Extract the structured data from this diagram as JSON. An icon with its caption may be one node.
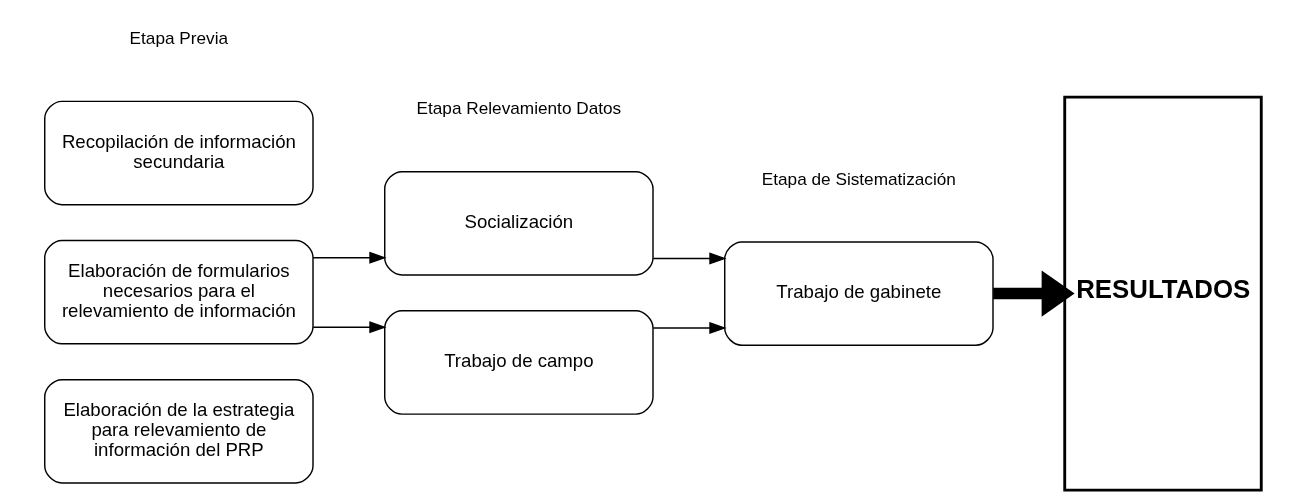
{
  "diagram": {
    "nodes": [
      {
        "text": [
          "Recopilación de información secundaria"
        ]
      },
      {
        "text": [
          "Elaboración de formularios necesarios para el relevamiento de información"
        ]
      },
      {
        "text": [
          "Elaboración de la estrategia para relevamiento de información del PRP"
        ]
      },
      {
        "text": [
          "Socialización"
        ]
      },
      {
        "text": [
          "Trabajo de campo"
        ]
      },
      {
        "text": [
          "Trabajo de gabinete"
        ]
      },
      {
        "text": [
          "RESULTADOS"
        ]
      }
    ],
    "edges": [
      {
        "from": 1,
        "to": 3,
        "arrow": "to"
      },
      {
        "from": 1,
        "to": 4,
        "arrow": "to"
      },
      {
        "from": 3,
        "to": 5,
        "arrow": "to"
      },
      {
        "from": 4,
        "to": 5,
        "arrow": "to"
      },
      {
        "from": 5,
        "to": 6,
        "arrow": "to",
        "style": "thick"
      }
    ],
    "labels": [
      "Etapa Previa",
      "Etapa Relevamiento Datos",
      "Etapa de Sistematización"
    ]
  }
}
